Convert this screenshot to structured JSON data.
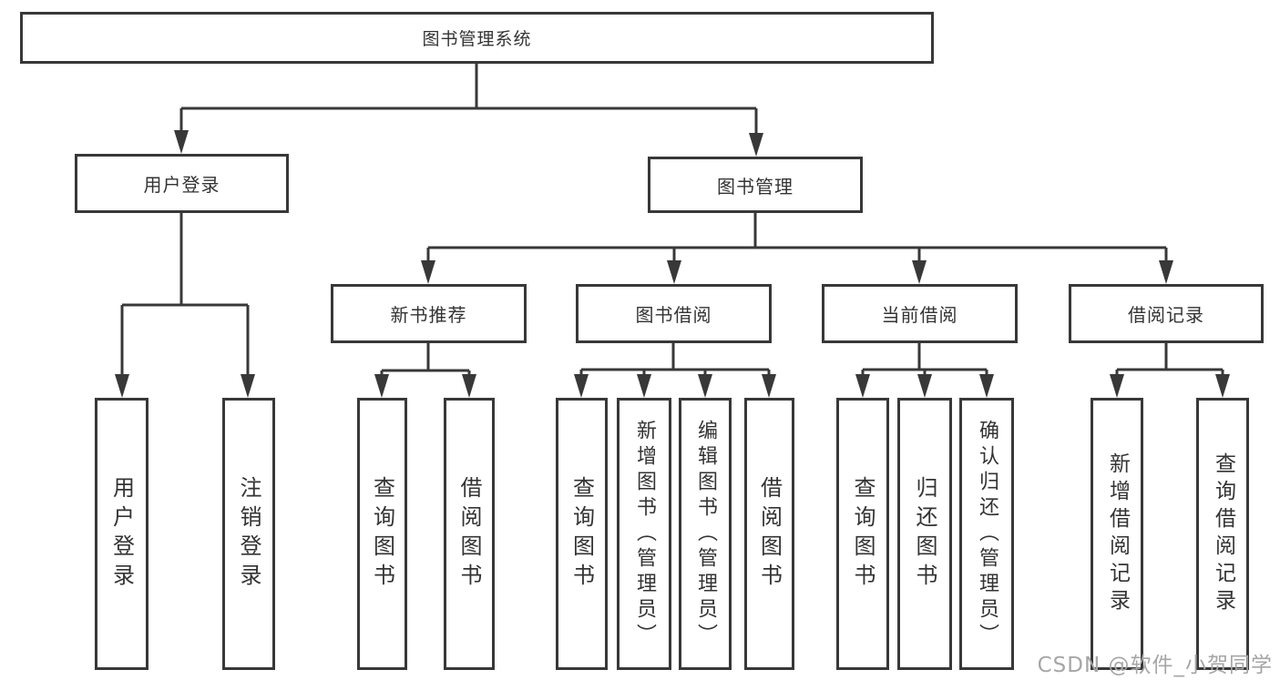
{
  "diagram": {
    "root": {
      "label": "图书管理系统"
    },
    "level2": [
      {
        "label": "用户登录",
        "children": [
          {
            "label": "用户登录"
          },
          {
            "label": "注销登录"
          }
        ]
      },
      {
        "label": "图书管理",
        "groups": [
          {
            "label": "新书推荐",
            "children": [
              {
                "label": "查询图书"
              },
              {
                "label": "借阅图书"
              }
            ]
          },
          {
            "label": "图书借阅",
            "children": [
              {
                "label": "查询图书"
              },
              {
                "label": "新增图书（管理员）"
              },
              {
                "label": "编辑图书（管理员）"
              },
              {
                "label": "借阅图书"
              }
            ]
          },
          {
            "label": "当前借阅",
            "children": [
              {
                "label": "查询图书"
              },
              {
                "label": "归还图书"
              },
              {
                "label": "确认归还（管理员）"
              }
            ]
          },
          {
            "label": "借阅记录",
            "children": [
              {
                "label": "新增借阅记录"
              },
              {
                "label": "查询借阅记录"
              }
            ]
          }
        ]
      }
    ]
  },
  "watermark": {
    "text": "CSDN @软件_小贺同学"
  },
  "colors": {
    "line": "#383838",
    "box_border": "#383838",
    "text": "#333333",
    "watermark": "#a6a6a6",
    "background": "#ffffff"
  }
}
